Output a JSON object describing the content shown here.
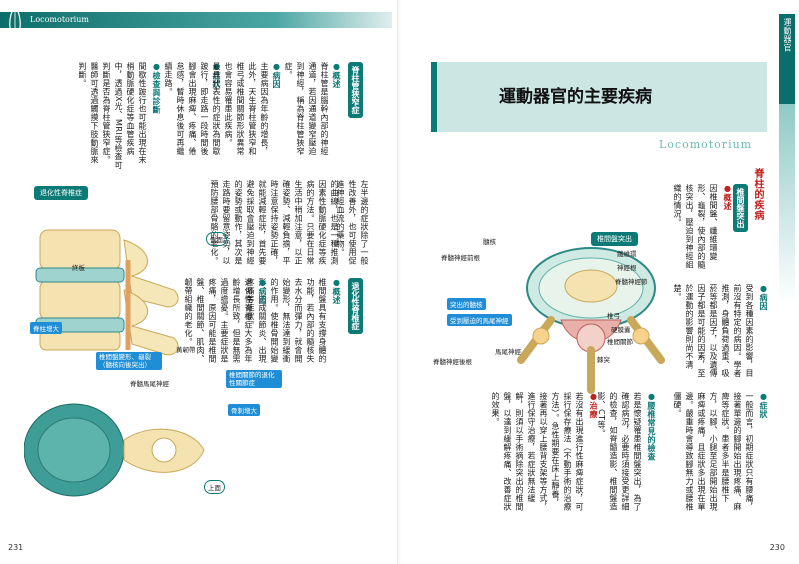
{
  "header": {
    "left_title": "Locomotorium",
    "right_vertical_title": "運動器官",
    "right_vertical_sub": "Locomotorium"
  },
  "right": {
    "main_title": "運動器官的主要疾病",
    "sub_title": "Locomotorium",
    "section_title": "脊柱的疾病",
    "disc": {
      "title": "椎間盤突出",
      "overview_h": "●概述",
      "overview": "因椎間盤、纖維環變形、龜裂，使內部的髓核突出，壓迫到神經組織的情況。",
      "cause_h": "●病因",
      "cause": "受到各種因素的影響，目前沒有特定的病因。學者推測，身體負荷過重、吸菸等都是因子，以及遺傳因子都是可能的因素，至於運動的影響則尚不清楚。",
      "symptom_h": "●症狀",
      "symptom": "一般而言，初期症狀只有腰痛，接著單邊的腳開始出現疼痛、麻痺等症狀。患者多半是腰椎下方，以腳、小腿至足部開始出現麻痺或疼痛，且症狀多出現在單邊。嚴重時會導致腳無力或腰椎僵硬。",
      "check_h": "●腰椎常見的檢查",
      "check": "若是懷疑罹患椎間盤突出，為了確認病況，必要時須接受更詳細的檢查，如脊髓造影、椎間盤造影、CT等。",
      "treat_h": "●治療",
      "treat": "若沒有出現進行性麻痺症狀，可採行保存療法（不動手術的治療方法）。急性期要在床上靜養，接著再以穿上腰背支架等方式，進行保守治療，若症狀無法緩解，則須以手術摘除突出的椎間盤，以達到緩解疼痛、改善症狀的效果。"
    },
    "diagram": {
      "tag": "椎間盤突出",
      "labels": [
        "髓核",
        "纖維環",
        "神經根",
        "脊髓神經節",
        "脊髓神經前根",
        "突出的髓核",
        "受到壓迫的馬尾神經",
        "馬尾神經",
        "椎弓",
        "硬膜囊",
        "椎間關節",
        "棘突",
        "脊髓神經後根"
      ]
    },
    "page_num": "230"
  },
  "left": {
    "stenosis": {
      "title": "脊柱管狹窄症",
      "overview_h": "●概述",
      "overview": "脊柱管是腦幹內部的神經通道，若因通道變窄壓迫到神經，稱為脊柱管狹窄症。",
      "cause_h": "●病因",
      "cause": "主要病因為年齡的增長，此外，天生脊柱管狹窄和椎弓或椎間關節形狀異常也會容易罹患此疾病。",
      "symptom_h": "●症狀",
      "symptom": "最具代表性的症狀為間歇跛行，即走路一段時間後腳會出現麻痺、疼痛、倦怠感，暫時休息後可再繼續走路。",
      "check_h": "●檢查與診斷",
      "check": "間歇性跛行也可能出現在末梢動脈硬化症等血管疾病中，透過X光、MRI等檢查可判斷是否為脊柱管狹窄症。醫師可透過觸摸下肢動脈來判斷。"
    },
    "degen": {
      "title": "退化性脊椎症",
      "overview_h": "●概述",
      "overview": "椎間盤具有支撐身體的功能，若內部的髓核失去水分而彈力，就會開始變形，無法達到緩衝的作用。使椎骨開始變形、造成關節炎、出現疼痛等症狀。",
      "cause_h": "●病因",
      "cause": "退化性脊椎症大多為年齡增長所致，但是無需過度擔憂。主要症狀是疼痛，原因可能是椎間盤、椎間關節、肌肉、韌帶組織的老化。"
    },
    "extra": {
      "text": "的曲線，也是一種推測因素性動脈硬化症等疾病的方法。只要在日常生活中稍加注意，以正確姿勢、減輕負擔，平時注意保持姿勢正確，就能減輕症狀，首先要避免採取會壓迫到神經的姿勢或動作，其次是走路時要留意姿勢，以預防腰部骨骼的老化。"
    },
    "bottom_text": "左半邊的症狀除了一般性改善外，也可使用促進神經血流的藥物。",
    "diagram": {
      "tag": "退化性脊椎症",
      "side": "側面",
      "top": "上面",
      "labels": [
        "終板",
        "脊柱增大",
        "椎間盤變形、龜裂（髓核向後突出）",
        "黃韌帶",
        "脊髓馬尾神經",
        "椎間關節的退化性關節症",
        "骨刺增大"
      ]
    },
    "page_num": "231"
  },
  "colors": {
    "teal": "#0c7a76",
    "red": "#c0201f",
    "banner": "#0c6e6a",
    "blue": "#1f8ed6"
  }
}
